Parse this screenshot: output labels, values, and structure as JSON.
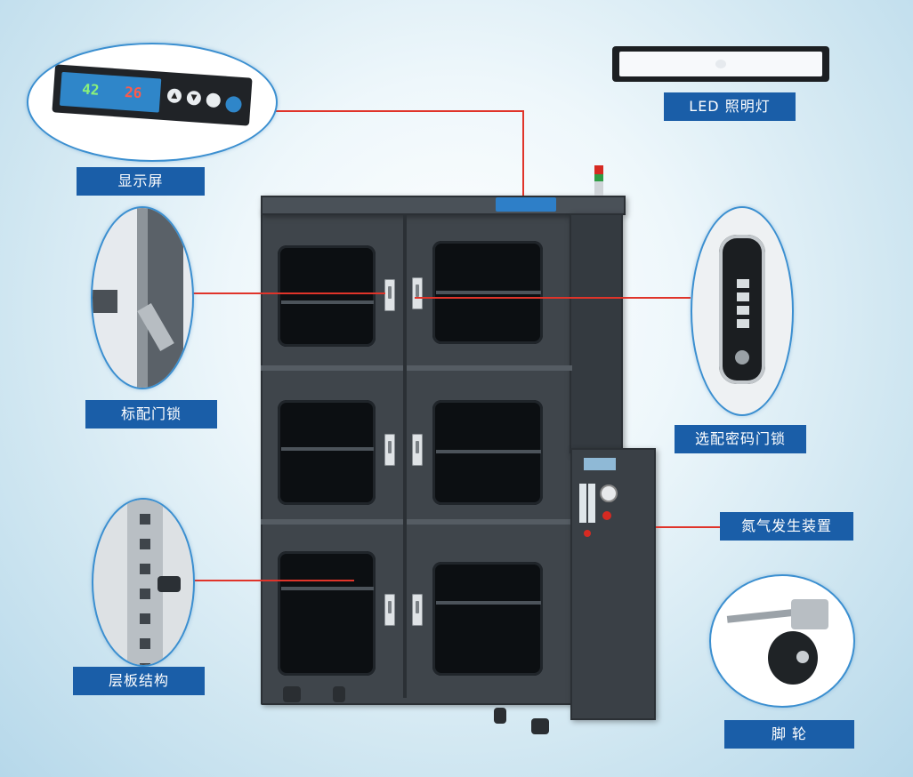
{
  "labels": {
    "display": "显示屏",
    "led": "LED 照明灯",
    "std_lock": "标配门锁",
    "pw_lock": "选配密码门锁",
    "shelf": "层板结构",
    "nitrogen": "氮气发生装置",
    "caster": "脚 轮"
  },
  "display_readout": {
    "humidity": "42",
    "temperature": "26"
  },
  "colors": {
    "label_bg": "#1a5ea8",
    "leader_line": "#e0342a",
    "callout_border": "#3b8fd0",
    "cabinet": "#3f454b"
  }
}
